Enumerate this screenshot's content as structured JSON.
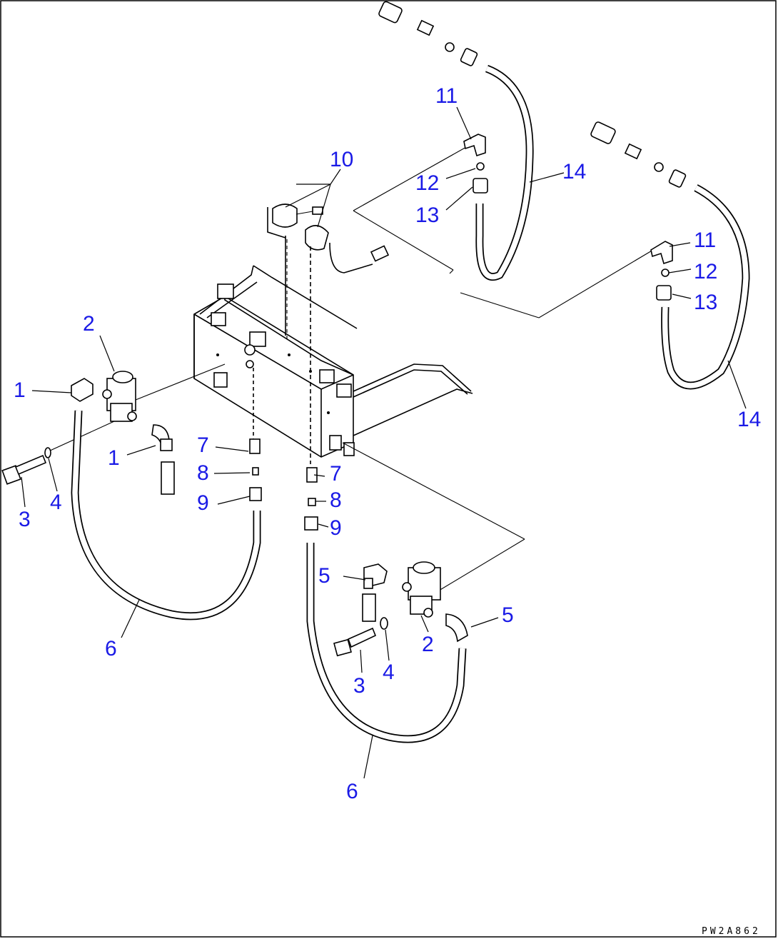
{
  "drawing_code": "PW2A862",
  "callouts": {
    "c1a": "1",
    "c1b": "1",
    "c2a": "2",
    "c2b": "2",
    "c3a": "3",
    "c3b": "3",
    "c4a": "4",
    "c4b": "4",
    "c5a": "5",
    "c5b": "5",
    "c6a": "6",
    "c6b": "6",
    "c7a": "7",
    "c7b": "7",
    "c8a": "8",
    "c8b": "8",
    "c9a": "9",
    "c9b": "9",
    "c10": "10",
    "c11a": "11",
    "c11b": "11",
    "c12a": "12",
    "c12b": "12",
    "c13a": "13",
    "c13b": "13",
    "c14a": "14",
    "c14b": "14"
  },
  "colors": {
    "callout": "#1a1ae6",
    "line": "#000000",
    "background": "#ffffff"
  }
}
